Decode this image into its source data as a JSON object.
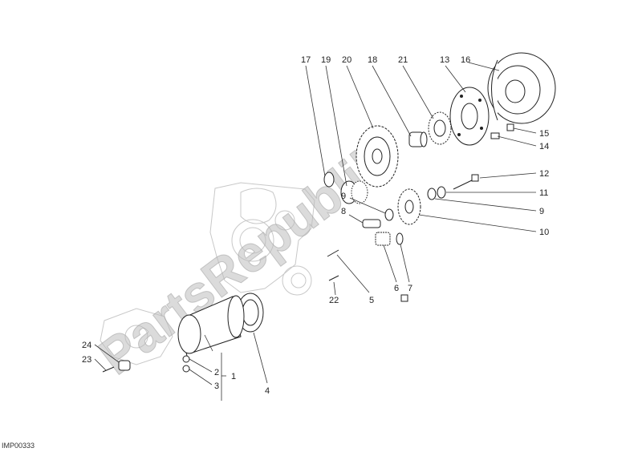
{
  "diagram": {
    "drawing_code": "IMP00333",
    "watermark": "PartsRepublik",
    "callouts": [
      "1",
      "2",
      "3",
      "4",
      "5",
      "6",
      "7",
      "8",
      "9",
      "9",
      "10",
      "11",
      "12",
      "13",
      "14",
      "15",
      "16",
      "17",
      "18",
      "19",
      "20",
      "21",
      "22",
      "23",
      "24"
    ]
  }
}
